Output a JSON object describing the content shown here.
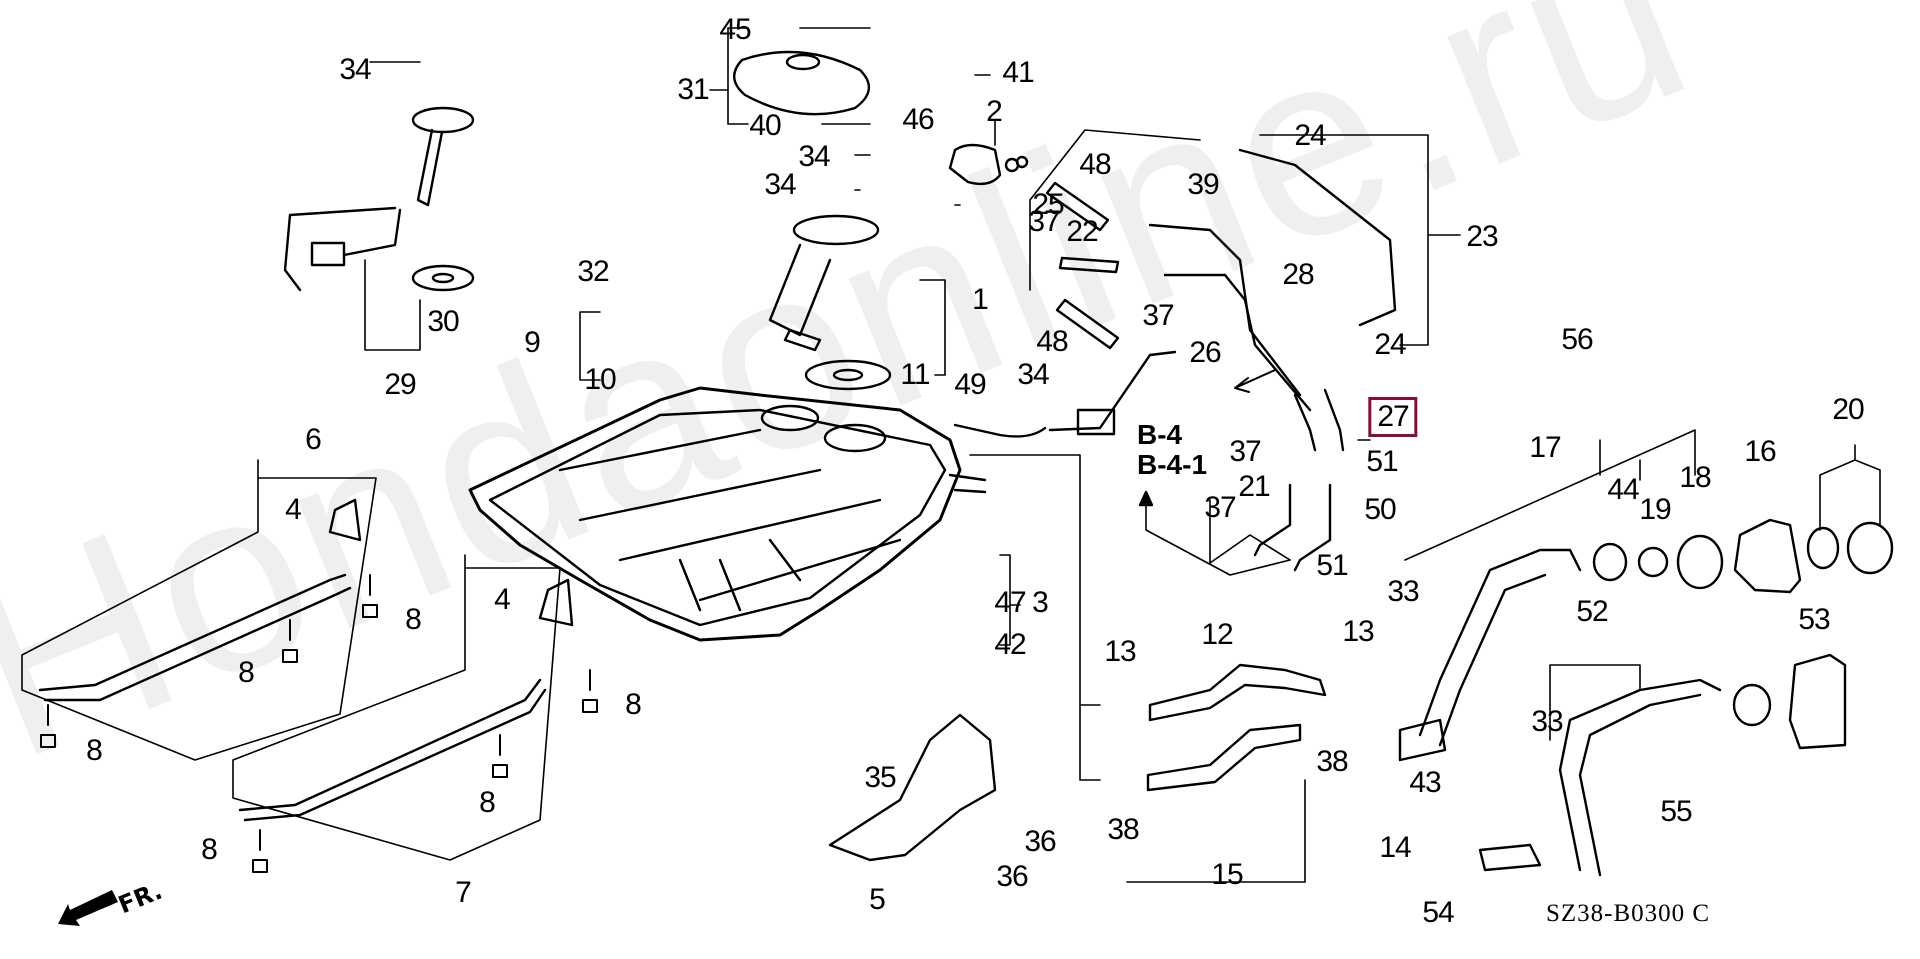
{
  "diagram": {
    "title": "Fuel Tank Parts Diagram",
    "diagram_code": "SZ38-B0300 C",
    "watermark": "Hondaonline.ru",
    "direction_indicator": "FR.",
    "highlight_color": "#8b0a3a",
    "highlighted_part": "27",
    "reference_labels": [
      "B-4",
      "B-4-1"
    ],
    "callouts": [
      {
        "id": "c34a",
        "label": "34"
      },
      {
        "id": "c30",
        "label": "30"
      },
      {
        "id": "c29",
        "label": "29"
      },
      {
        "id": "c45",
        "label": "45"
      },
      {
        "id": "c31",
        "label": "31"
      },
      {
        "id": "c40",
        "label": "40"
      },
      {
        "id": "c41",
        "label": "41"
      },
      {
        "id": "c46",
        "label": "46"
      },
      {
        "id": "c2",
        "label": "2"
      },
      {
        "id": "c34b",
        "label": "34"
      },
      {
        "id": "c34c",
        "label": "34"
      },
      {
        "id": "c25",
        "label": "25"
      },
      {
        "id": "c37a",
        "label": "37"
      },
      {
        "id": "c22",
        "label": "22"
      },
      {
        "id": "c48a",
        "label": "48"
      },
      {
        "id": "c39",
        "label": "39"
      },
      {
        "id": "c24a",
        "label": "24"
      },
      {
        "id": "c23",
        "label": "23"
      },
      {
        "id": "c28",
        "label": "28"
      },
      {
        "id": "c24b",
        "label": "24"
      },
      {
        "id": "c56",
        "label": "56"
      },
      {
        "id": "c32",
        "label": "32"
      },
      {
        "id": "c9",
        "label": "9"
      },
      {
        "id": "c10",
        "label": "10"
      },
      {
        "id": "c11",
        "label": "11"
      },
      {
        "id": "c1",
        "label": "1"
      },
      {
        "id": "c37b",
        "label": "37"
      },
      {
        "id": "c48b",
        "label": "48"
      },
      {
        "id": "c26",
        "label": "26"
      },
      {
        "id": "c34d",
        "label": "34"
      },
      {
        "id": "c49",
        "label": "49"
      },
      {
        "id": "c27",
        "label": "27"
      },
      {
        "id": "c37c",
        "label": "37"
      },
      {
        "id": "c51a",
        "label": "51"
      },
      {
        "id": "c21",
        "label": "21"
      },
      {
        "id": "c50",
        "label": "50"
      },
      {
        "id": "c37d",
        "label": "37"
      },
      {
        "id": "c51b",
        "label": "51"
      },
      {
        "id": "c6",
        "label": "6"
      },
      {
        "id": "c4a",
        "label": "4"
      },
      {
        "id": "c8a",
        "label": "8"
      },
      {
        "id": "c8b",
        "label": "8"
      },
      {
        "id": "c8c",
        "label": "8"
      },
      {
        "id": "c4b",
        "label": "4"
      },
      {
        "id": "c8d",
        "label": "8"
      },
      {
        "id": "c8e",
        "label": "8"
      },
      {
        "id": "c8f",
        "label": "8"
      },
      {
        "id": "c7",
        "label": "7"
      },
      {
        "id": "c47",
        "label": "47"
      },
      {
        "id": "c3",
        "label": "3"
      },
      {
        "id": "c42",
        "label": "42"
      },
      {
        "id": "c13a",
        "label": "13"
      },
      {
        "id": "c12",
        "label": "12"
      },
      {
        "id": "c13b",
        "label": "13"
      },
      {
        "id": "c38a",
        "label": "38"
      },
      {
        "id": "c38b",
        "label": "38"
      },
      {
        "id": "c15",
        "label": "15"
      },
      {
        "id": "c14",
        "label": "14"
      },
      {
        "id": "c35",
        "label": "35"
      },
      {
        "id": "c36a",
        "label": "36"
      },
      {
        "id": "c36b",
        "label": "36"
      },
      {
        "id": "c5",
        "label": "5"
      },
      {
        "id": "c17",
        "label": "17"
      },
      {
        "id": "c44",
        "label": "44"
      },
      {
        "id": "c19",
        "label": "19"
      },
      {
        "id": "c18",
        "label": "18"
      },
      {
        "id": "c16",
        "label": "16"
      },
      {
        "id": "c20",
        "label": "20"
      },
      {
        "id": "c33a",
        "label": "33"
      },
      {
        "id": "c43",
        "label": "43"
      },
      {
        "id": "c52",
        "label": "52"
      },
      {
        "id": "c53",
        "label": "53"
      },
      {
        "id": "c33b",
        "label": "33"
      },
      {
        "id": "c55",
        "label": "55"
      },
      {
        "id": "c54",
        "label": "54"
      }
    ]
  }
}
